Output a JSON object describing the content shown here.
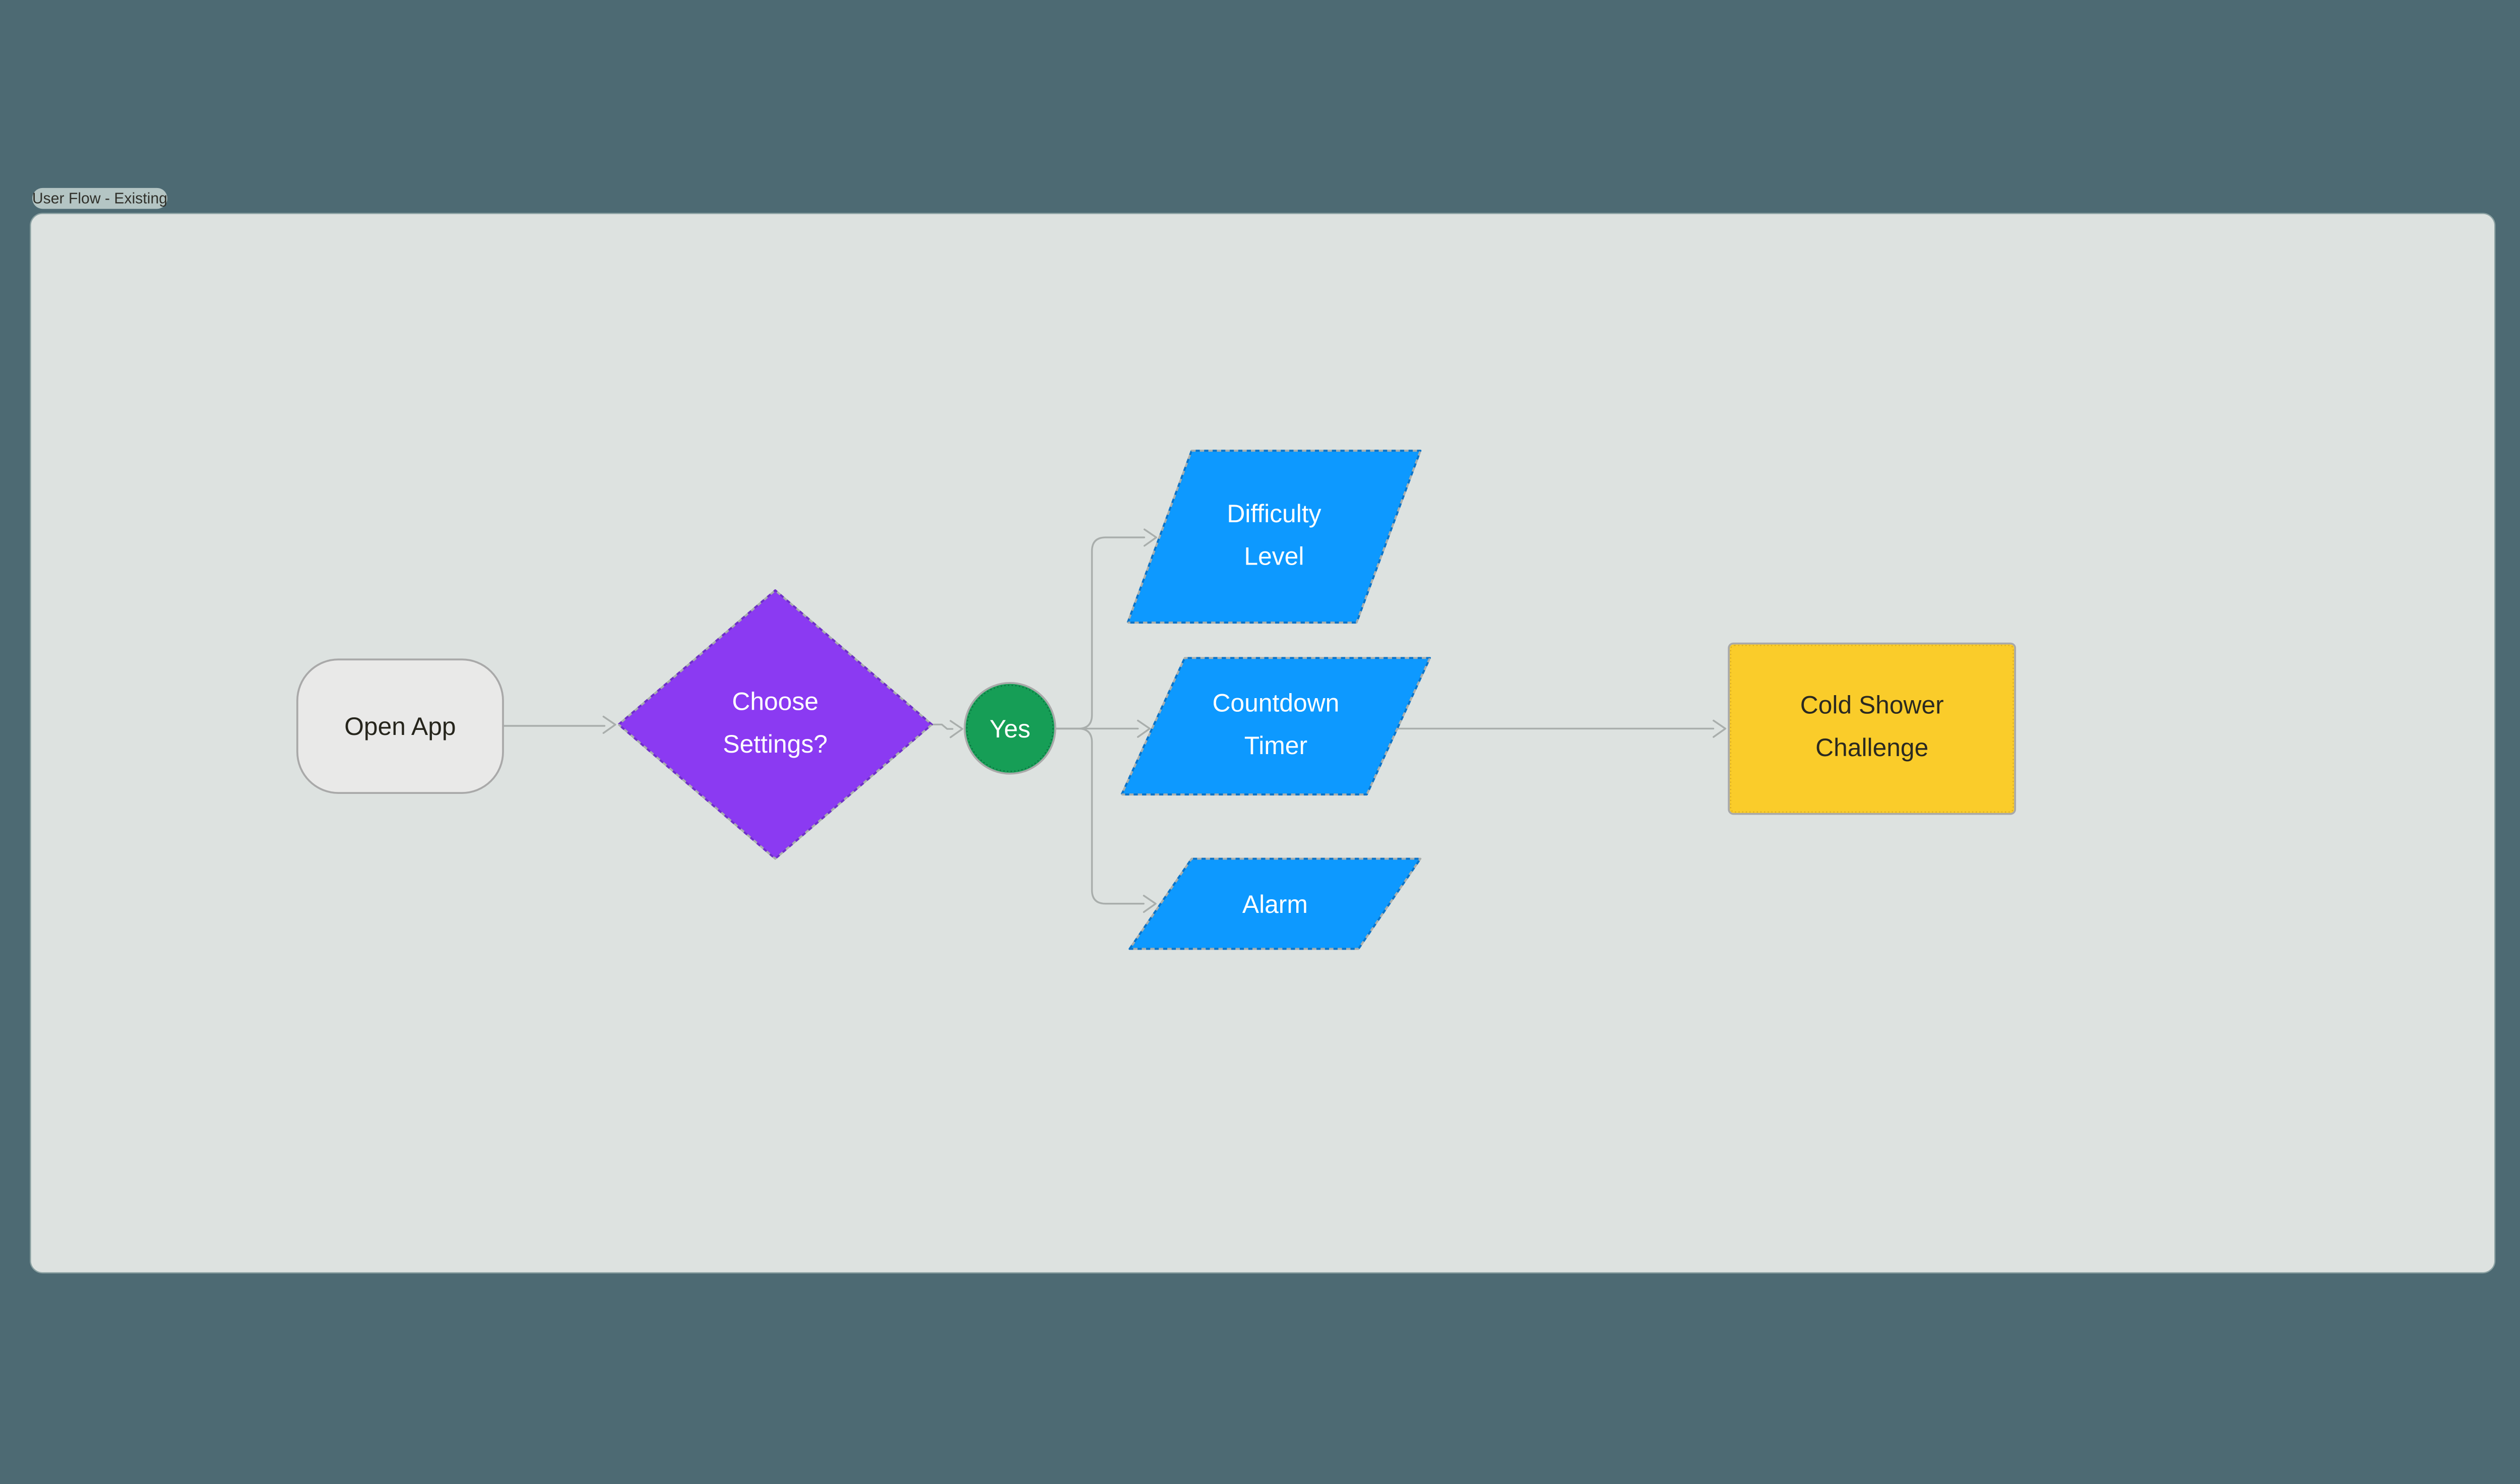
{
  "board": {
    "background_color": "#4d6a73"
  },
  "frame": {
    "label": "User Flow - Existing",
    "canvas_fill": "#dde2e0",
    "canvas_border": "#8aa0a1",
    "label_fill": "#b4c5c4",
    "label_text_color": "#30302a"
  },
  "colors": {
    "connector": "#a9aeac",
    "border_gray": "#a9a9a9"
  },
  "nodes": {
    "open_app": {
      "label": "Open App",
      "lines": [
        "Open App"
      ],
      "shape": "rounded-rectangle",
      "fill": "#e9e9e8",
      "text_color": "#26251c",
      "border_style": "solid"
    },
    "choose_settings": {
      "label": "Choose Settings?",
      "lines": [
        "Choose",
        "Settings?"
      ],
      "shape": "diamond",
      "fill": "#8b3af2",
      "border_accent": "#6f2fc8",
      "text_color": "#ffffff",
      "border_style": "dashed"
    },
    "yes": {
      "label": "Yes",
      "lines": [
        "Yes"
      ],
      "shape": "circle",
      "fill": "#169e56",
      "border_accent": "#0a6b3d",
      "text_color": "#ffffff",
      "border_style": "solid"
    },
    "difficulty_level": {
      "label": "Difficulty Level",
      "lines": [
        "Difficulty",
        "Level"
      ],
      "shape": "parallelogram",
      "fill": "#0d99ff",
      "border_accent": "#0b74c9",
      "text_color": "#ffffff",
      "border_style": "dashed"
    },
    "countdown_timer": {
      "label": "Countdown Timer",
      "lines": [
        "Countdown",
        "Timer"
      ],
      "shape": "parallelogram",
      "fill": "#0d99ff",
      "border_accent": "#0b74c9",
      "text_color": "#ffffff",
      "border_style": "dashed"
    },
    "alarm": {
      "label": "Alarm",
      "lines": [
        "Alarm"
      ],
      "shape": "parallelogram",
      "fill": "#0d99ff",
      "border_accent": "#0b74c9",
      "text_color": "#ffffff",
      "border_style": "dashed"
    },
    "cold_shower_challenge": {
      "label": "Cold Shower Challenge",
      "lines": [
        "Cold Shower",
        "Challenge"
      ],
      "shape": "rectangle",
      "fill": "#facc2a",
      "border_accent": "#d8ab22",
      "text_color": "#2a2921",
      "border_style": "solid"
    }
  },
  "edges": [
    {
      "from": "open_app",
      "to": "choose_settings"
    },
    {
      "from": "choose_settings",
      "to": "yes"
    },
    {
      "from": "yes",
      "to": "difficulty_level"
    },
    {
      "from": "yes",
      "to": "countdown_timer"
    },
    {
      "from": "yes",
      "to": "alarm"
    },
    {
      "from": "countdown_timer",
      "to": "cold_shower_challenge"
    }
  ]
}
